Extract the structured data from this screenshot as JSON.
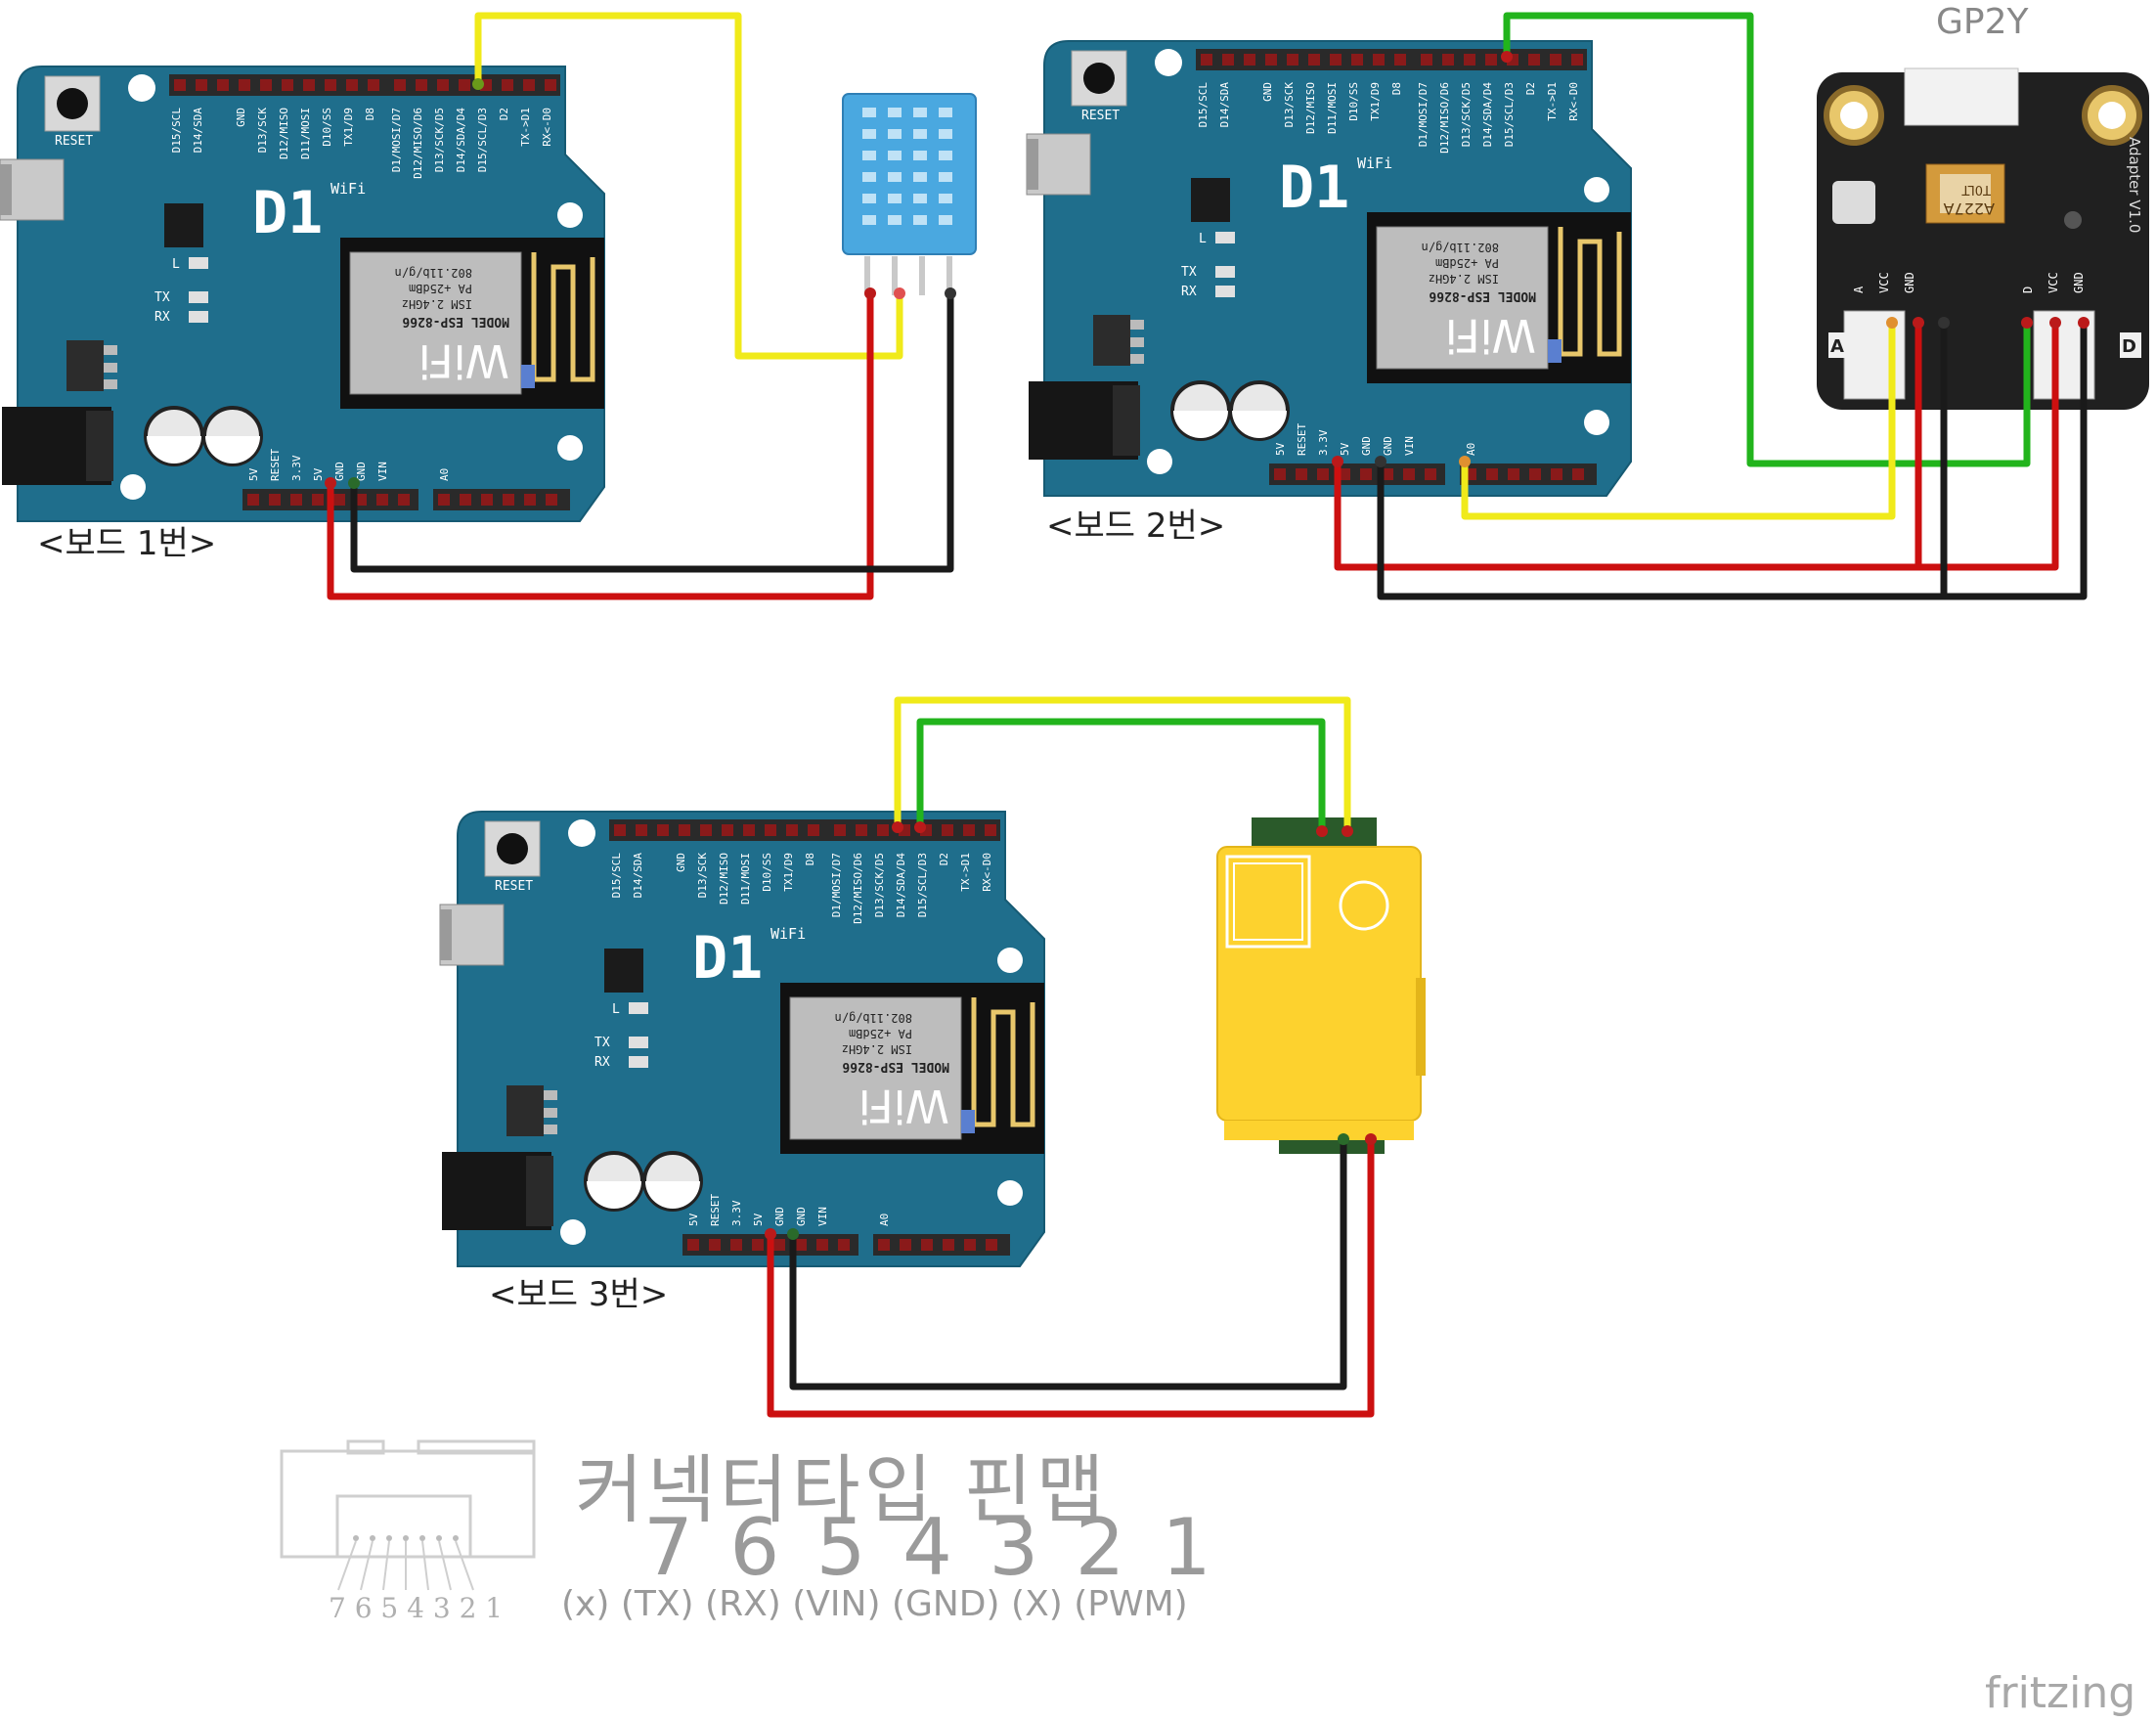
{
  "boards": [
    {
      "label": "<보드 1번>"
    },
    {
      "label": "<보드 2번>"
    },
    {
      "label": "<보드 3번>"
    }
  ],
  "board_text": {
    "brand": "D1",
    "wifi_small": "WiFi",
    "reset": "RESET",
    "led_l": "L",
    "led_tx": "TX",
    "led_rx": "RX",
    "module_wifi": "WiFi",
    "module_model": "MODEL  ESP-8266",
    "module_ism": "ISM 2.4GHz",
    "module_pa": "PA +25dBm",
    "module_std": "802.11b/g/n",
    "top_pins_left": [
      "D15/SCL",
      "D14/SDA",
      "",
      "GND",
      "D13/SCK",
      "D12/MISO",
      "D11/MOSI",
      "D10/SS",
      "TX1/D9",
      "D8"
    ],
    "top_pins_right": [
      "D1/MOSI/D7",
      "D12/MISO/D6",
      "D13/SCK/D5",
      "D14/SDA/D4",
      "D15/SCL/D3",
      "D2",
      "TX->D1",
      "RX<-D0"
    ],
    "bottom_pins": [
      "5V",
      "RESET",
      "3.3V",
      "5V",
      "GND",
      "GND",
      "VIN"
    ],
    "bottom_pin_a0": "A0"
  },
  "gp2y": {
    "title": "GP2Y",
    "cap_text": "A227A",
    "cap_sub": "T0LT",
    "side_text": "Adapter V1.0",
    "pins_left": [
      "A",
      "VCC",
      "GND"
    ],
    "pins_right": [
      "D",
      "VCC",
      "GND"
    ],
    "tag_left": "A",
    "tag_right": "D"
  },
  "pinmap": {
    "title": "커넥터타입 핀맵",
    "numbers": "7 6 5 4 3 2 1",
    "connector_numbers": "7 6 5 4 3 2 1",
    "functions": "(x) (TX) (RX) (VIN) (GND) (X) (PWM)"
  },
  "watermark": "fritzing",
  "colors": {
    "board_blue": "#1f6e8c",
    "wire_red": "#cc1010",
    "wire_black": "#1a1a1a",
    "wire_yellow": "#f0ea1a",
    "wire_green": "#22b41c",
    "sensor_blue": "#4aa8e0",
    "pm_sensor_yellow": "#fdd22e",
    "gp2y_black": "#202020"
  }
}
